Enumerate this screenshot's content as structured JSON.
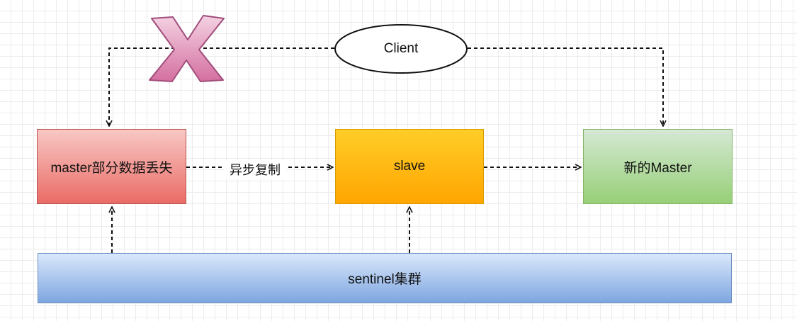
{
  "nodes": {
    "client": "Client",
    "master": "master部分数据丢失",
    "slave": "slave",
    "new_master": "新的Master",
    "sentinel": "sentinel集群"
  },
  "edges": {
    "async_replication": "异步复制"
  },
  "colors": {
    "master_fill_top": "#f8c8c4",
    "master_fill_bottom": "#ea6b66",
    "slave_fill_top": "#ffcd28",
    "slave_fill_bottom": "#ffa500",
    "new_master_fill_top": "#d5e8d4",
    "new_master_fill_bottom": "#97d077",
    "sentinel_fill_top": "#dae8fc",
    "sentinel_fill_bottom": "#7ea6e0",
    "cross_mark": "#e6a2c4"
  },
  "icons": {
    "failed_link_marker": "cross-x-icon"
  }
}
